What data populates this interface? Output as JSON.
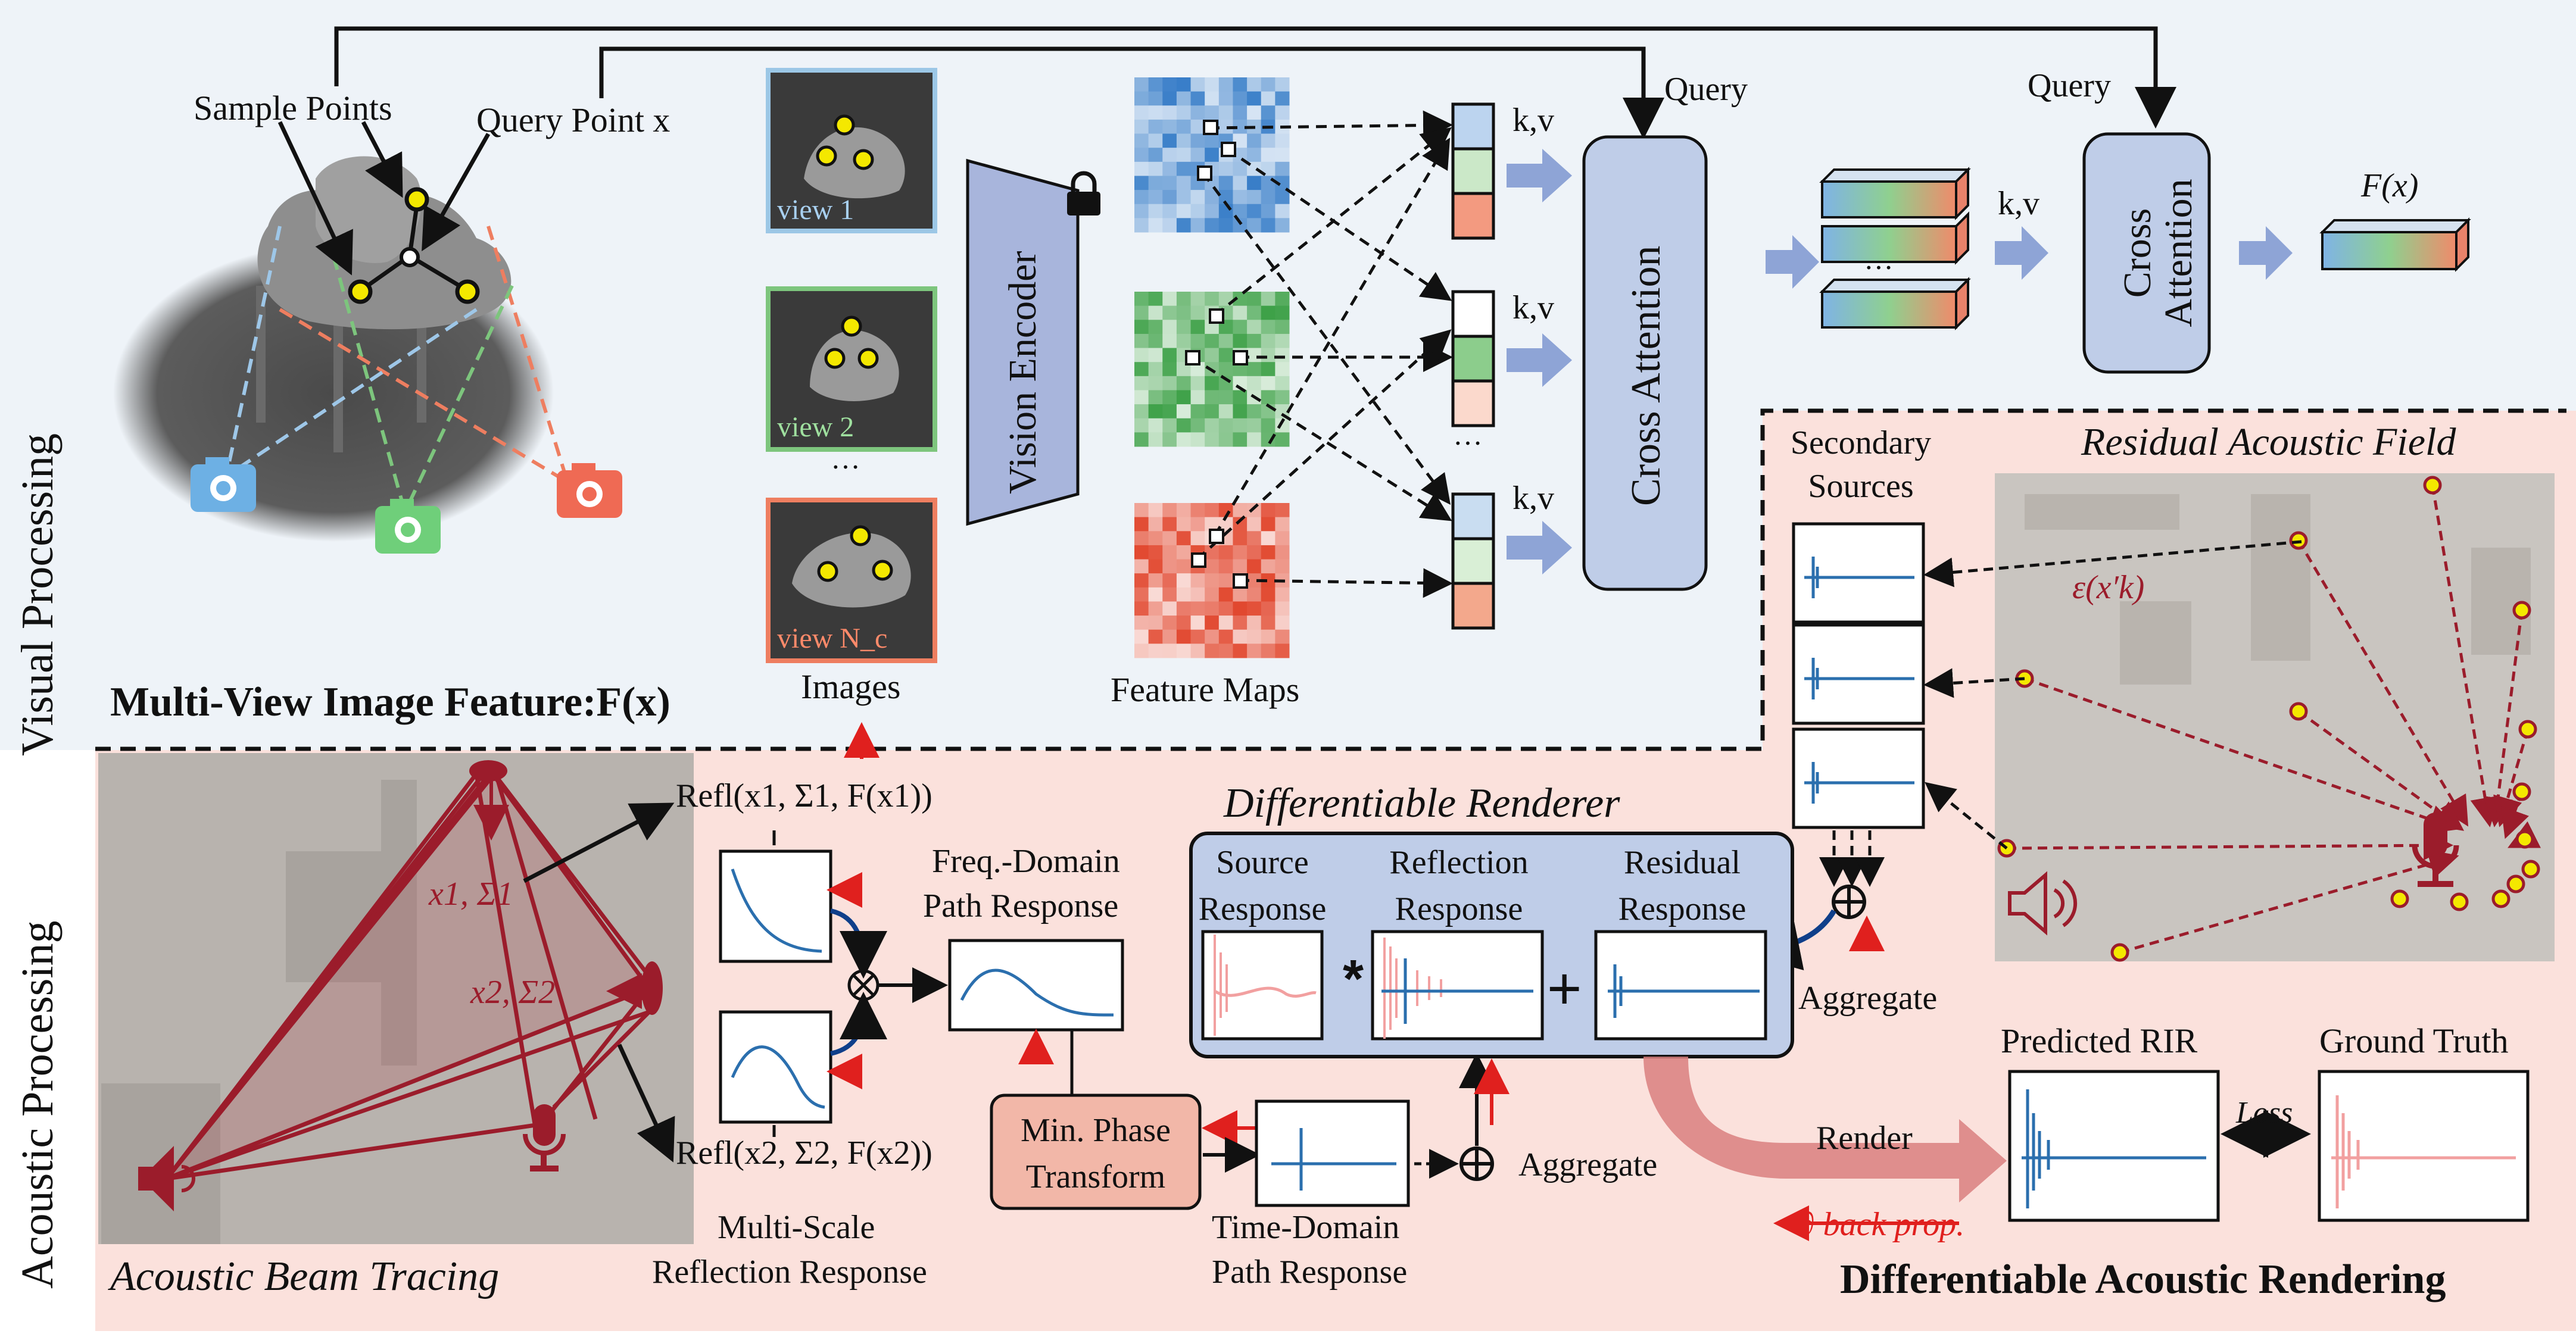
{
  "labels": {
    "visual_processing": "Visual Processing",
    "acoustic_processing": "Acoustic Processing",
    "sample_points": "Sample Points",
    "query_point": "Query Point x",
    "view1": "view 1",
    "view2": "view 2",
    "view_nc": "view N_c",
    "dots": "···",
    "images": "Images",
    "vision_encoder": "Vision Encoder",
    "feature_maps": "Feature Maps",
    "kv": "k,v",
    "query": "Query",
    "cross_attention": "Cross Attention",
    "cross_attention_2": "Cross Attention",
    "fx": "F(x)",
    "multi_view_feature": "Multi-View Image Feature:F(x)",
    "residual_field": "Residual Acoustic Field",
    "secondary_sources": "Secondary Sources",
    "eps": "ε(x′k)",
    "aggregate": "Aggregate",
    "refl1": "Refl(x1, Σ1, F(x1))",
    "refl2": "Refl(x2, Σ2, F(x2))",
    "x1s1": "x1, Σ1",
    "x2s2": "x2, Σ2",
    "freq_domain": "Freq.-Domain",
    "path_response": "Path Response",
    "multi_scale": "Multi-Scale",
    "reflection_response_ms": "Reflection Response",
    "diff_renderer": "Differentiable Renderer",
    "source_response": "Source Response",
    "reflection_response": "Reflection Response",
    "residual_response": "Residual Response",
    "min_phase": "Min. Phase Transform",
    "time_domain": "Time-Domain",
    "time_path_response": "Path Response",
    "render": "Render",
    "back_prop": "∂ back prop.",
    "predicted_rir": "Predicted RIR",
    "ground_truth": "Ground Truth",
    "loss": "Loss",
    "beam_tracing": "Acoustic Beam Tracing",
    "diff_acoustic_rendering": "Differentiable Acoustic Rendering"
  },
  "colors": {
    "visual_bg": "#eef3f8",
    "acoustic_bg": "#fbe1dc",
    "blue": "#3a7ec0",
    "green": "#5fae5f",
    "red": "#e3654a",
    "dark_red": "#9b1c2b",
    "attention_fill": "#bfcde8",
    "encoder_fill": "#a8b5dc"
  }
}
